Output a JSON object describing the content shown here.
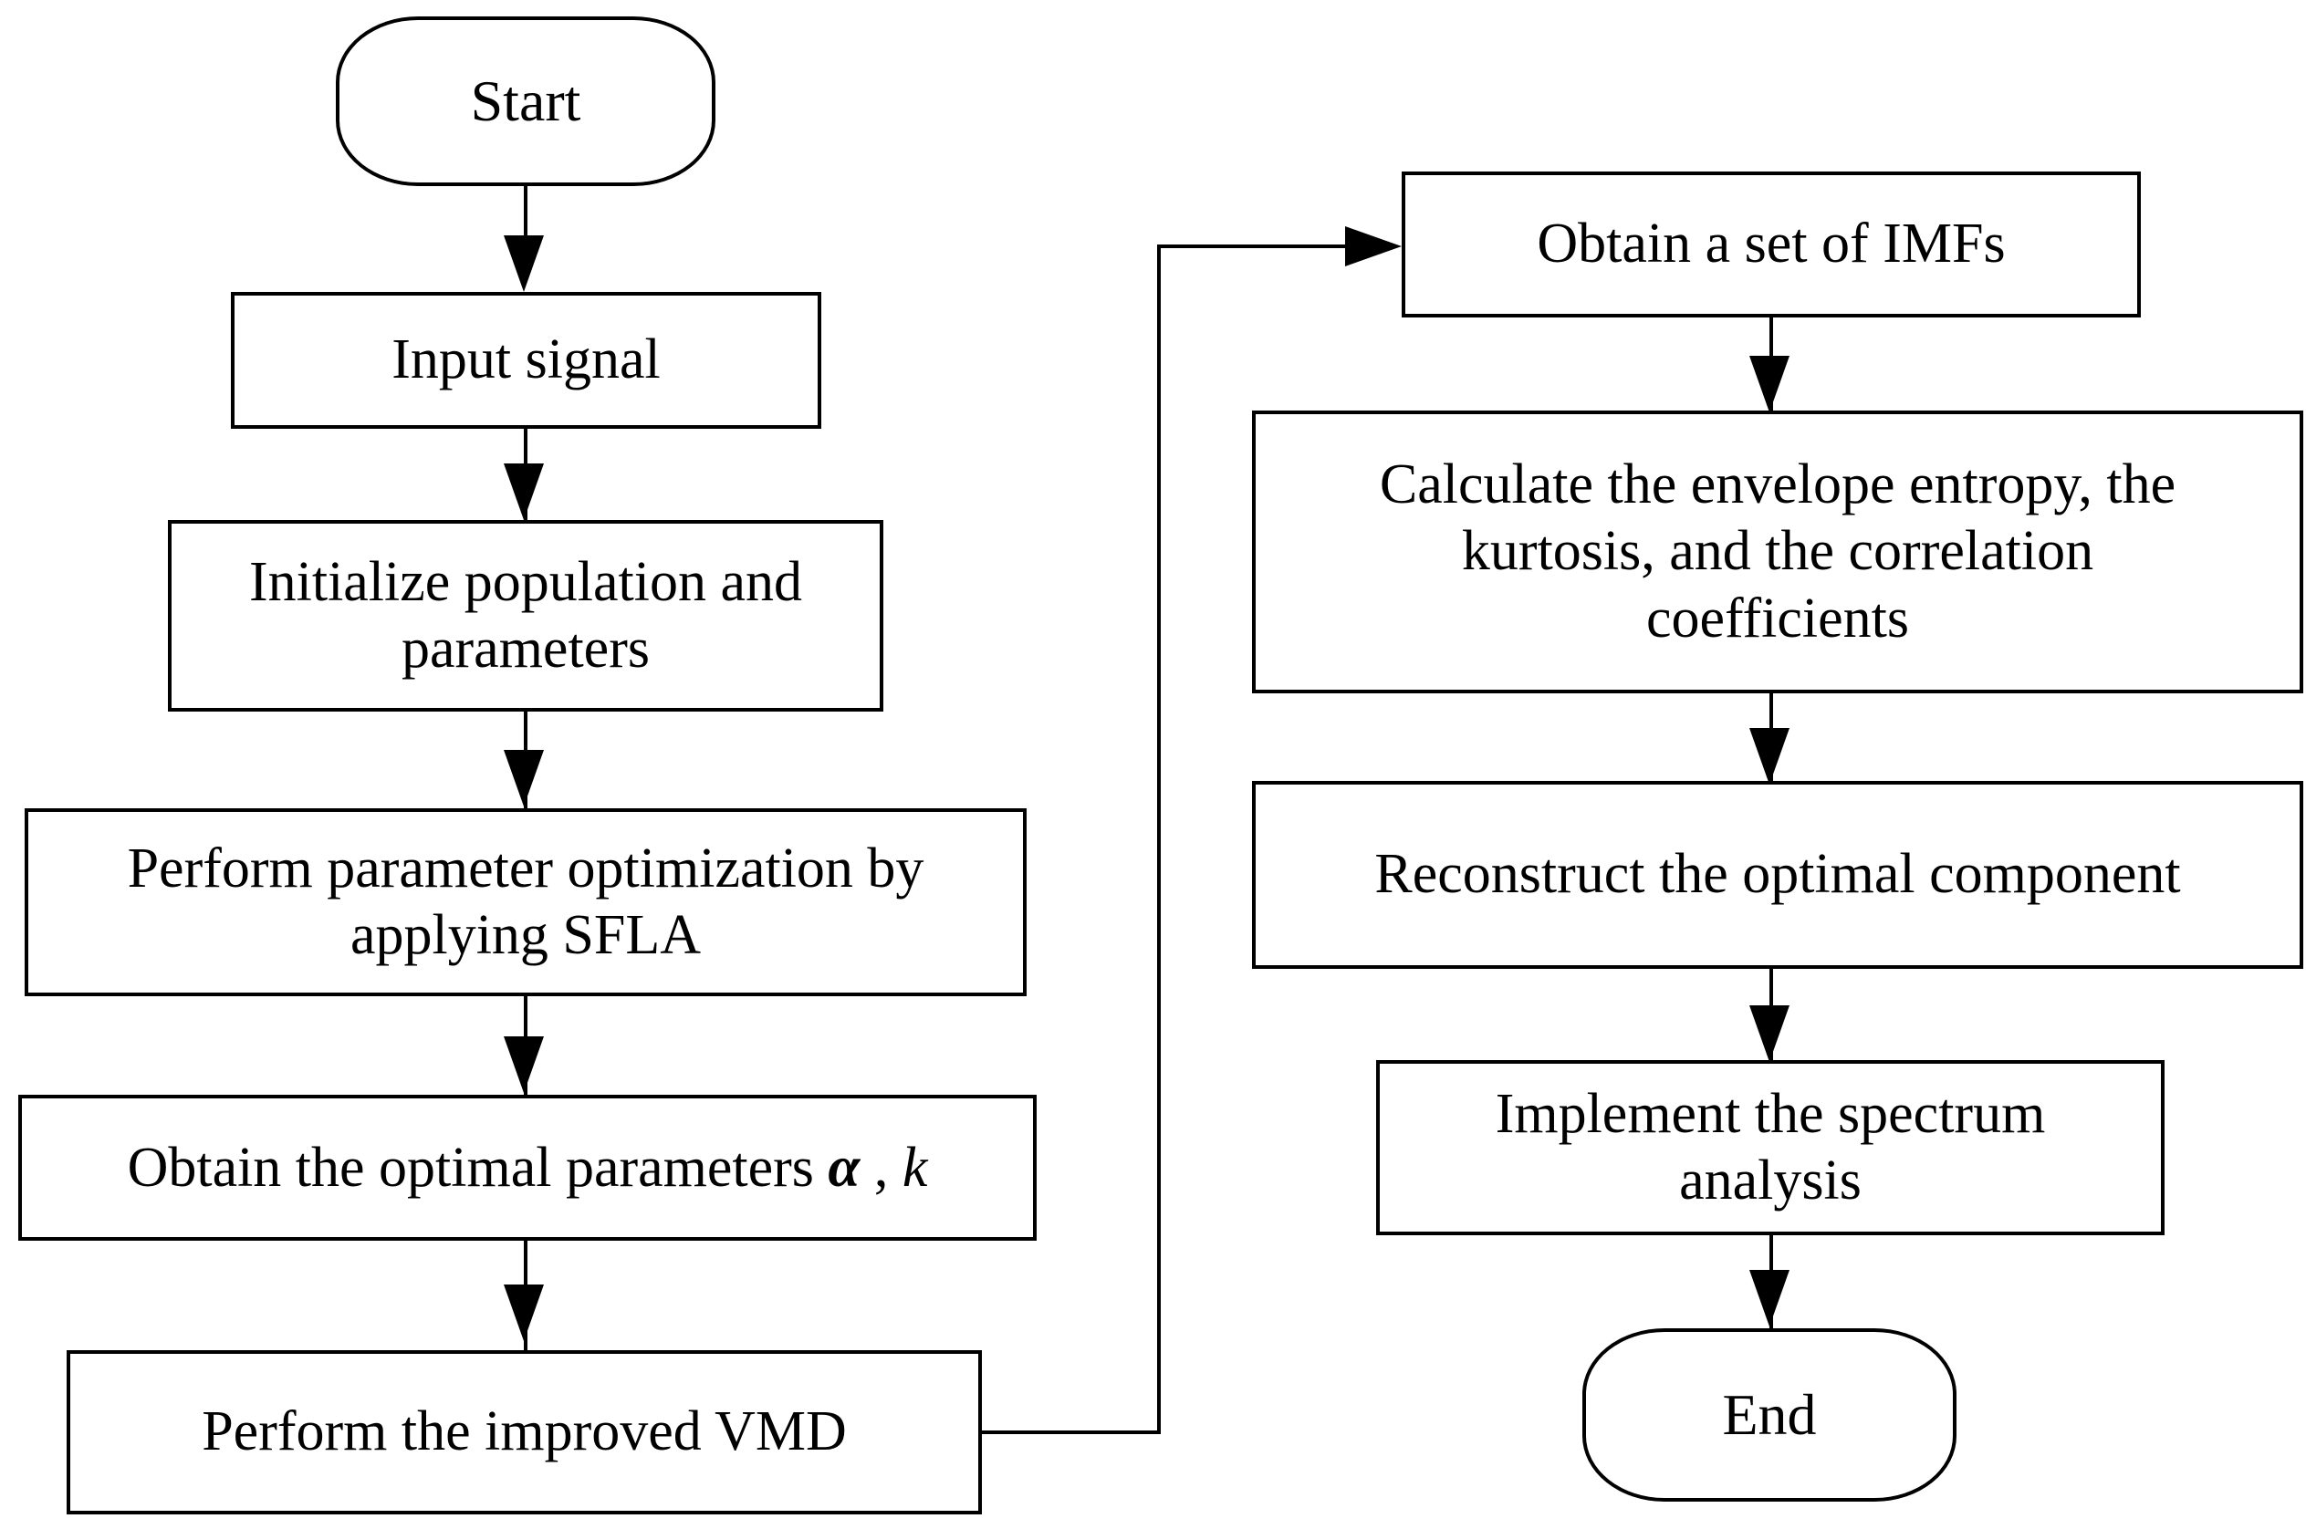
{
  "diagram": {
    "type": "flowchart",
    "orientation": "two-column, top-to-bottom, left column feeds right column",
    "background_color": "#ffffff",
    "line_color": "#000000",
    "text_color": "#000000"
  },
  "nodes": {
    "start": {
      "label": "Start",
      "shape": "terminal"
    },
    "input_signal": {
      "label": "Input signal",
      "shape": "process"
    },
    "initialize": {
      "line1": "Initialize population and",
      "line2": "parameters",
      "shape": "process"
    },
    "optimize": {
      "line1": "Perform parameter optimization by",
      "line2": "applying SFLA",
      "shape": "process"
    },
    "optimal_params": {
      "prefix": "Obtain the optimal parameters ",
      "alpha": "α",
      "separator": " , ",
      "k": "k",
      "shape": "process"
    },
    "improved_vmd": {
      "label": "Perform  the improved VMD",
      "shape": "process"
    },
    "obtain_imfs": {
      "label": "Obtain a set of IMFs",
      "shape": "process"
    },
    "calculate": {
      "line1": "Calculate the envelope entropy, the",
      "line2": "kurtosis, and the correlation",
      "line3": "coefficients",
      "shape": "process"
    },
    "reconstruct": {
      "label": "Reconstruct  the optimal component",
      "shape": "process"
    },
    "spectrum": {
      "line1": "Implement the spectrum",
      "line2": "analysis",
      "shape": "process"
    },
    "end": {
      "label": "End",
      "shape": "terminal"
    }
  },
  "edges": [
    {
      "from": "start",
      "to": "input_signal",
      "direction": "down"
    },
    {
      "from": "input_signal",
      "to": "initialize",
      "direction": "down"
    },
    {
      "from": "initialize",
      "to": "optimize",
      "direction": "down"
    },
    {
      "from": "optimize",
      "to": "optimal_params",
      "direction": "down"
    },
    {
      "from": "optimal_params",
      "to": "improved_vmd",
      "direction": "down"
    },
    {
      "from": "improved_vmd",
      "to": "obtain_imfs",
      "direction": "right-up-right"
    },
    {
      "from": "obtain_imfs",
      "to": "calculate",
      "direction": "down"
    },
    {
      "from": "calculate",
      "to": "reconstruct",
      "direction": "down"
    },
    {
      "from": "reconstruct",
      "to": "spectrum",
      "direction": "down"
    },
    {
      "from": "spectrum",
      "to": "end",
      "direction": "down"
    }
  ]
}
